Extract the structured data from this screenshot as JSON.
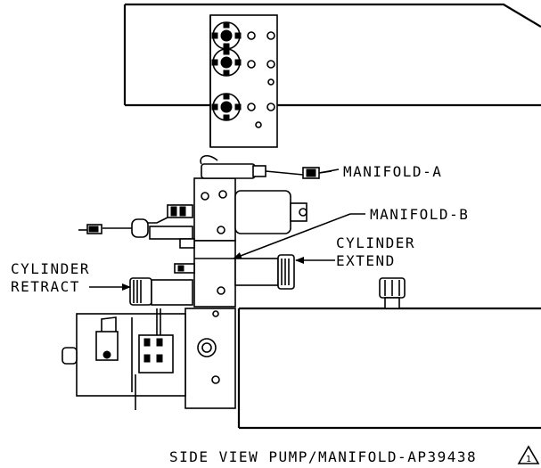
{
  "labels": {
    "manifold_a": "MANIFOLD-A",
    "manifold_b": "MANIFOLD-B",
    "cylinder_extend_1": "CYLINDER",
    "cylinder_extend_2": "EXTEND",
    "cylinder_retract_1": "CYLINDER",
    "cylinder_retract_2": "RETRACT"
  },
  "caption": {
    "text": "SIDE VIEW PUMP/MANIFOLD-AP39438",
    "revision_mark": "1"
  },
  "colors": {
    "line": "#000000",
    "background": "#ffffff"
  }
}
